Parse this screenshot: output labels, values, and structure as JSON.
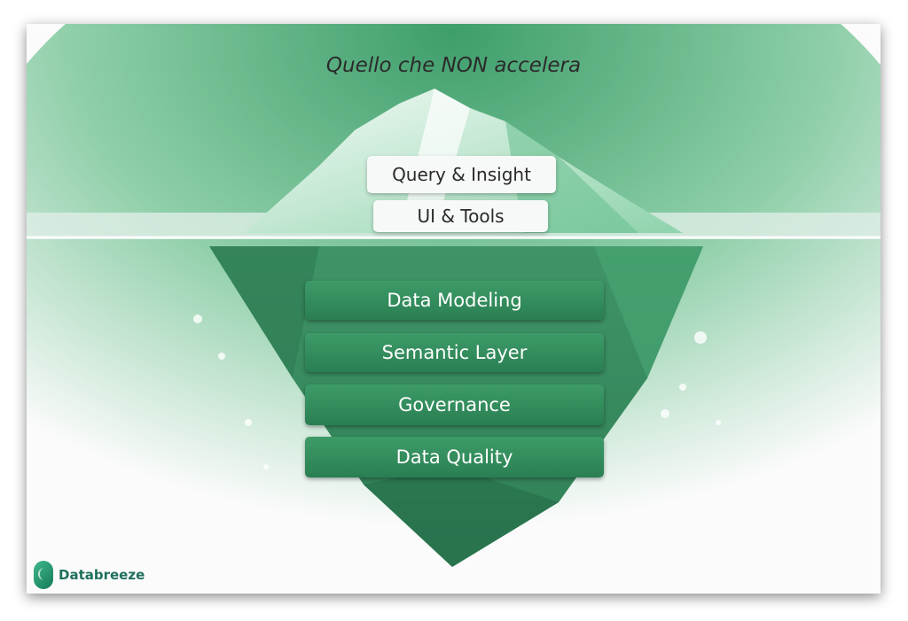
{
  "title": "Quello che NON accelera",
  "above_water": [
    "Query & Insight",
    "UI & Tools"
  ],
  "below_water": [
    "Data Modeling",
    "Semantic Layer",
    "Governance",
    "Data Quality"
  ],
  "brand": {
    "name": "Databreeze"
  },
  "colors": {
    "deep_green": "#2a7f52",
    "light_green": "#8fd3ac",
    "water": "#4fae7a"
  }
}
